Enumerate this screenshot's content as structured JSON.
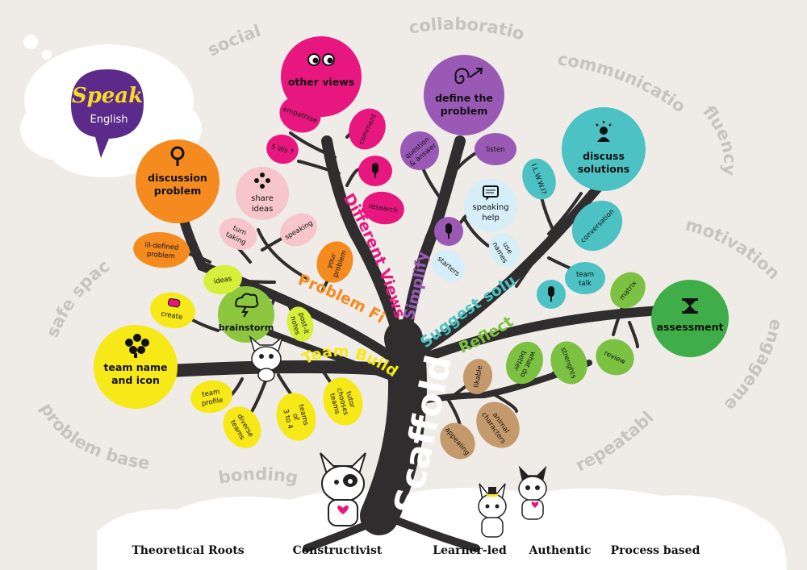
{
  "logo": {
    "brand": "Speak",
    "sub": "English",
    "colors": {
      "bubble": "#5b2a8a",
      "text": "#f4dc23"
    }
  },
  "ring_words": {
    "social": "social",
    "collaboration": "collaboration",
    "communication": "communication",
    "fluency": "fluency",
    "motivation": "motivation",
    "engagement": "engagement",
    "repeatable": "repeatable",
    "bonding": "bonding",
    "problem_based": "problem based",
    "safe_space": "safe space"
  },
  "trunk_label": "Scaffold",
  "branch_labels": {
    "team_build": "Team Build",
    "problem_find": "Problem Find",
    "different_views": "Different Views",
    "simplify": "Simplify",
    "suggest_solutions": "Suggest solutions",
    "reflect": "Reflect"
  },
  "circles": {
    "discussion_problem": {
      "l1": "discussion",
      "l2": "problem",
      "color": "#f58a1f"
    },
    "other_views": {
      "l1": "other views",
      "color": "#e8177f"
    },
    "define_problem": {
      "l1": "define the",
      "l2": "problem",
      "color": "#9b59b6"
    },
    "discuss_solutions": {
      "l1": "discuss",
      "l2": "solutions",
      "color": "#4cc2c4"
    },
    "share_ideas": {
      "l1": "share",
      "l2": "ideas",
      "color": "#f6c6ca"
    },
    "speaking_help": {
      "l1": "speaking",
      "l2": "help",
      "color": "#d6eef7"
    },
    "brainstorm": {
      "l1": "brainstorm",
      "color": "#8dc63f"
    },
    "team_name_icon": {
      "l1": "team name",
      "l2": "and icon",
      "color": "#f7e817"
    },
    "assessment": {
      "l1": "assessment",
      "color": "#3fae49"
    }
  },
  "leaves": {
    "empathise": "empathise",
    "five_ws": "5 Ws ?",
    "comment": "comment",
    "research": "research",
    "question_answer_1": "question",
    "question_answer_2": "& answer",
    "listen": "listen",
    "ilwwi": "I.L.W.W.I?",
    "conversation": "conversation",
    "team_talk_1": "team",
    "team_talk_2": "talk",
    "matrix": "matrix",
    "review": "review",
    "strenghts": "strenghts",
    "what_do_better_1": "what do",
    "what_do_better_2": "better",
    "likable": "likable",
    "animal_characters_1": "animal",
    "animal_characters_2": "characters",
    "appealing": "appealing",
    "starters": "starters",
    "use_names_1": "use",
    "use_names_2": "names",
    "turn_taking_1": "turn",
    "turn_taking_2": "taking",
    "speaking": "speaking",
    "ill_defined_1": "ill-defined",
    "ill_defined_2": "problem",
    "ideas": "ideas",
    "your_problem_1": "your",
    "your_problem_2": "problem",
    "post_it_1": "post-it",
    "post_it_2": "notes",
    "create": "create",
    "team_profile_1": "team",
    "team_profile_2": "profile",
    "diverse_teams_1": "diverse",
    "diverse_teams_2": "teams",
    "teams_3_4_1": "teams",
    "teams_3_4_2": "of",
    "teams_3_4_3": "3 to 4",
    "tutor_chooses_1": "tutor",
    "tutor_chooses_2": "chooses",
    "tutor_chooses_3": "teams"
  },
  "roots": {
    "theoretical": "Theoretical Roots",
    "constructivist": "Constructivist",
    "learner_led": "Learner-led",
    "authentic": "Authentic",
    "process_based": "Process based"
  },
  "colors": {
    "trunk": "#2f2d2e",
    "orange": "#f58a1f",
    "magenta": "#e8177f",
    "purple": "#9b59b6",
    "teal": "#4cc2c4",
    "yellow": "#f7e817",
    "green": "#7cc242",
    "tan": "#c49a6c",
    "lightpink": "#f6c6ca",
    "lightblue": "#d6eef7"
  }
}
